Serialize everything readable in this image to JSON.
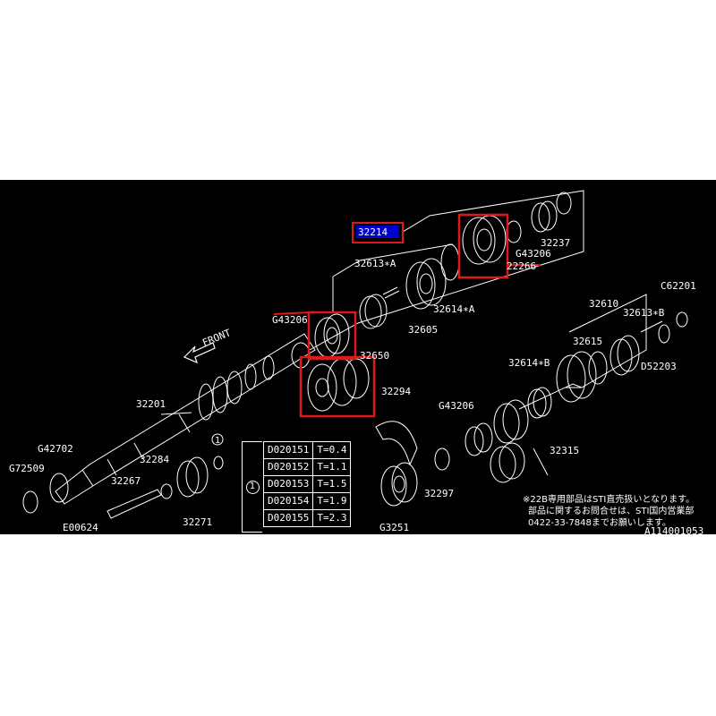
{
  "highlight": {
    "part_number": "32214",
    "bg_color": "#0000cc",
    "box_color": "#e01818"
  },
  "front_label": "FRONT",
  "parts": {
    "p32214": "32214",
    "p32613a": "32613∗A",
    "p32614a": "32614∗A",
    "p32605": "32605",
    "p32650": "32650",
    "pG43206top": "G43206",
    "p32237": "32237",
    "p32266": "22266",
    "pG43206left": "G43206",
    "p32201": "32201",
    "p32294": "32294",
    "pG43206mid": "G43206",
    "p32315": "32315",
    "p32297": "32297",
    "pG3251": "G3251",
    "p32610": "32610",
    "p32613b": "32613∗B",
    "pC62201": "C62201",
    "p32615": "32615",
    "p32614b": "32614∗B",
    "pD52203": "D52203",
    "pG42702": "G42702",
    "pG72509": "G72509",
    "p32284": "32284",
    "p32267": "32267",
    "pE00624": "E00624",
    "p32271": "32271",
    "circle1": "1"
  },
  "shim_table": {
    "marker": "1",
    "rows": [
      {
        "part": "D020151",
        "thickness": "T=0.4"
      },
      {
        "part": "D020152",
        "thickness": "T=1.1"
      },
      {
        "part": "D020153",
        "thickness": "T=1.5"
      },
      {
        "part": "D020154",
        "thickness": "T=1.9"
      },
      {
        "part": "D020155",
        "thickness": "T=2.3"
      }
    ]
  },
  "note_lines": [
    "※22B専用部品はSTI直売扱いとなります。",
    "部品に関するお問合せは、STI国内営業部",
    "0422-33-7848までお願いします。"
  ],
  "diagram_id": "A114001053"
}
